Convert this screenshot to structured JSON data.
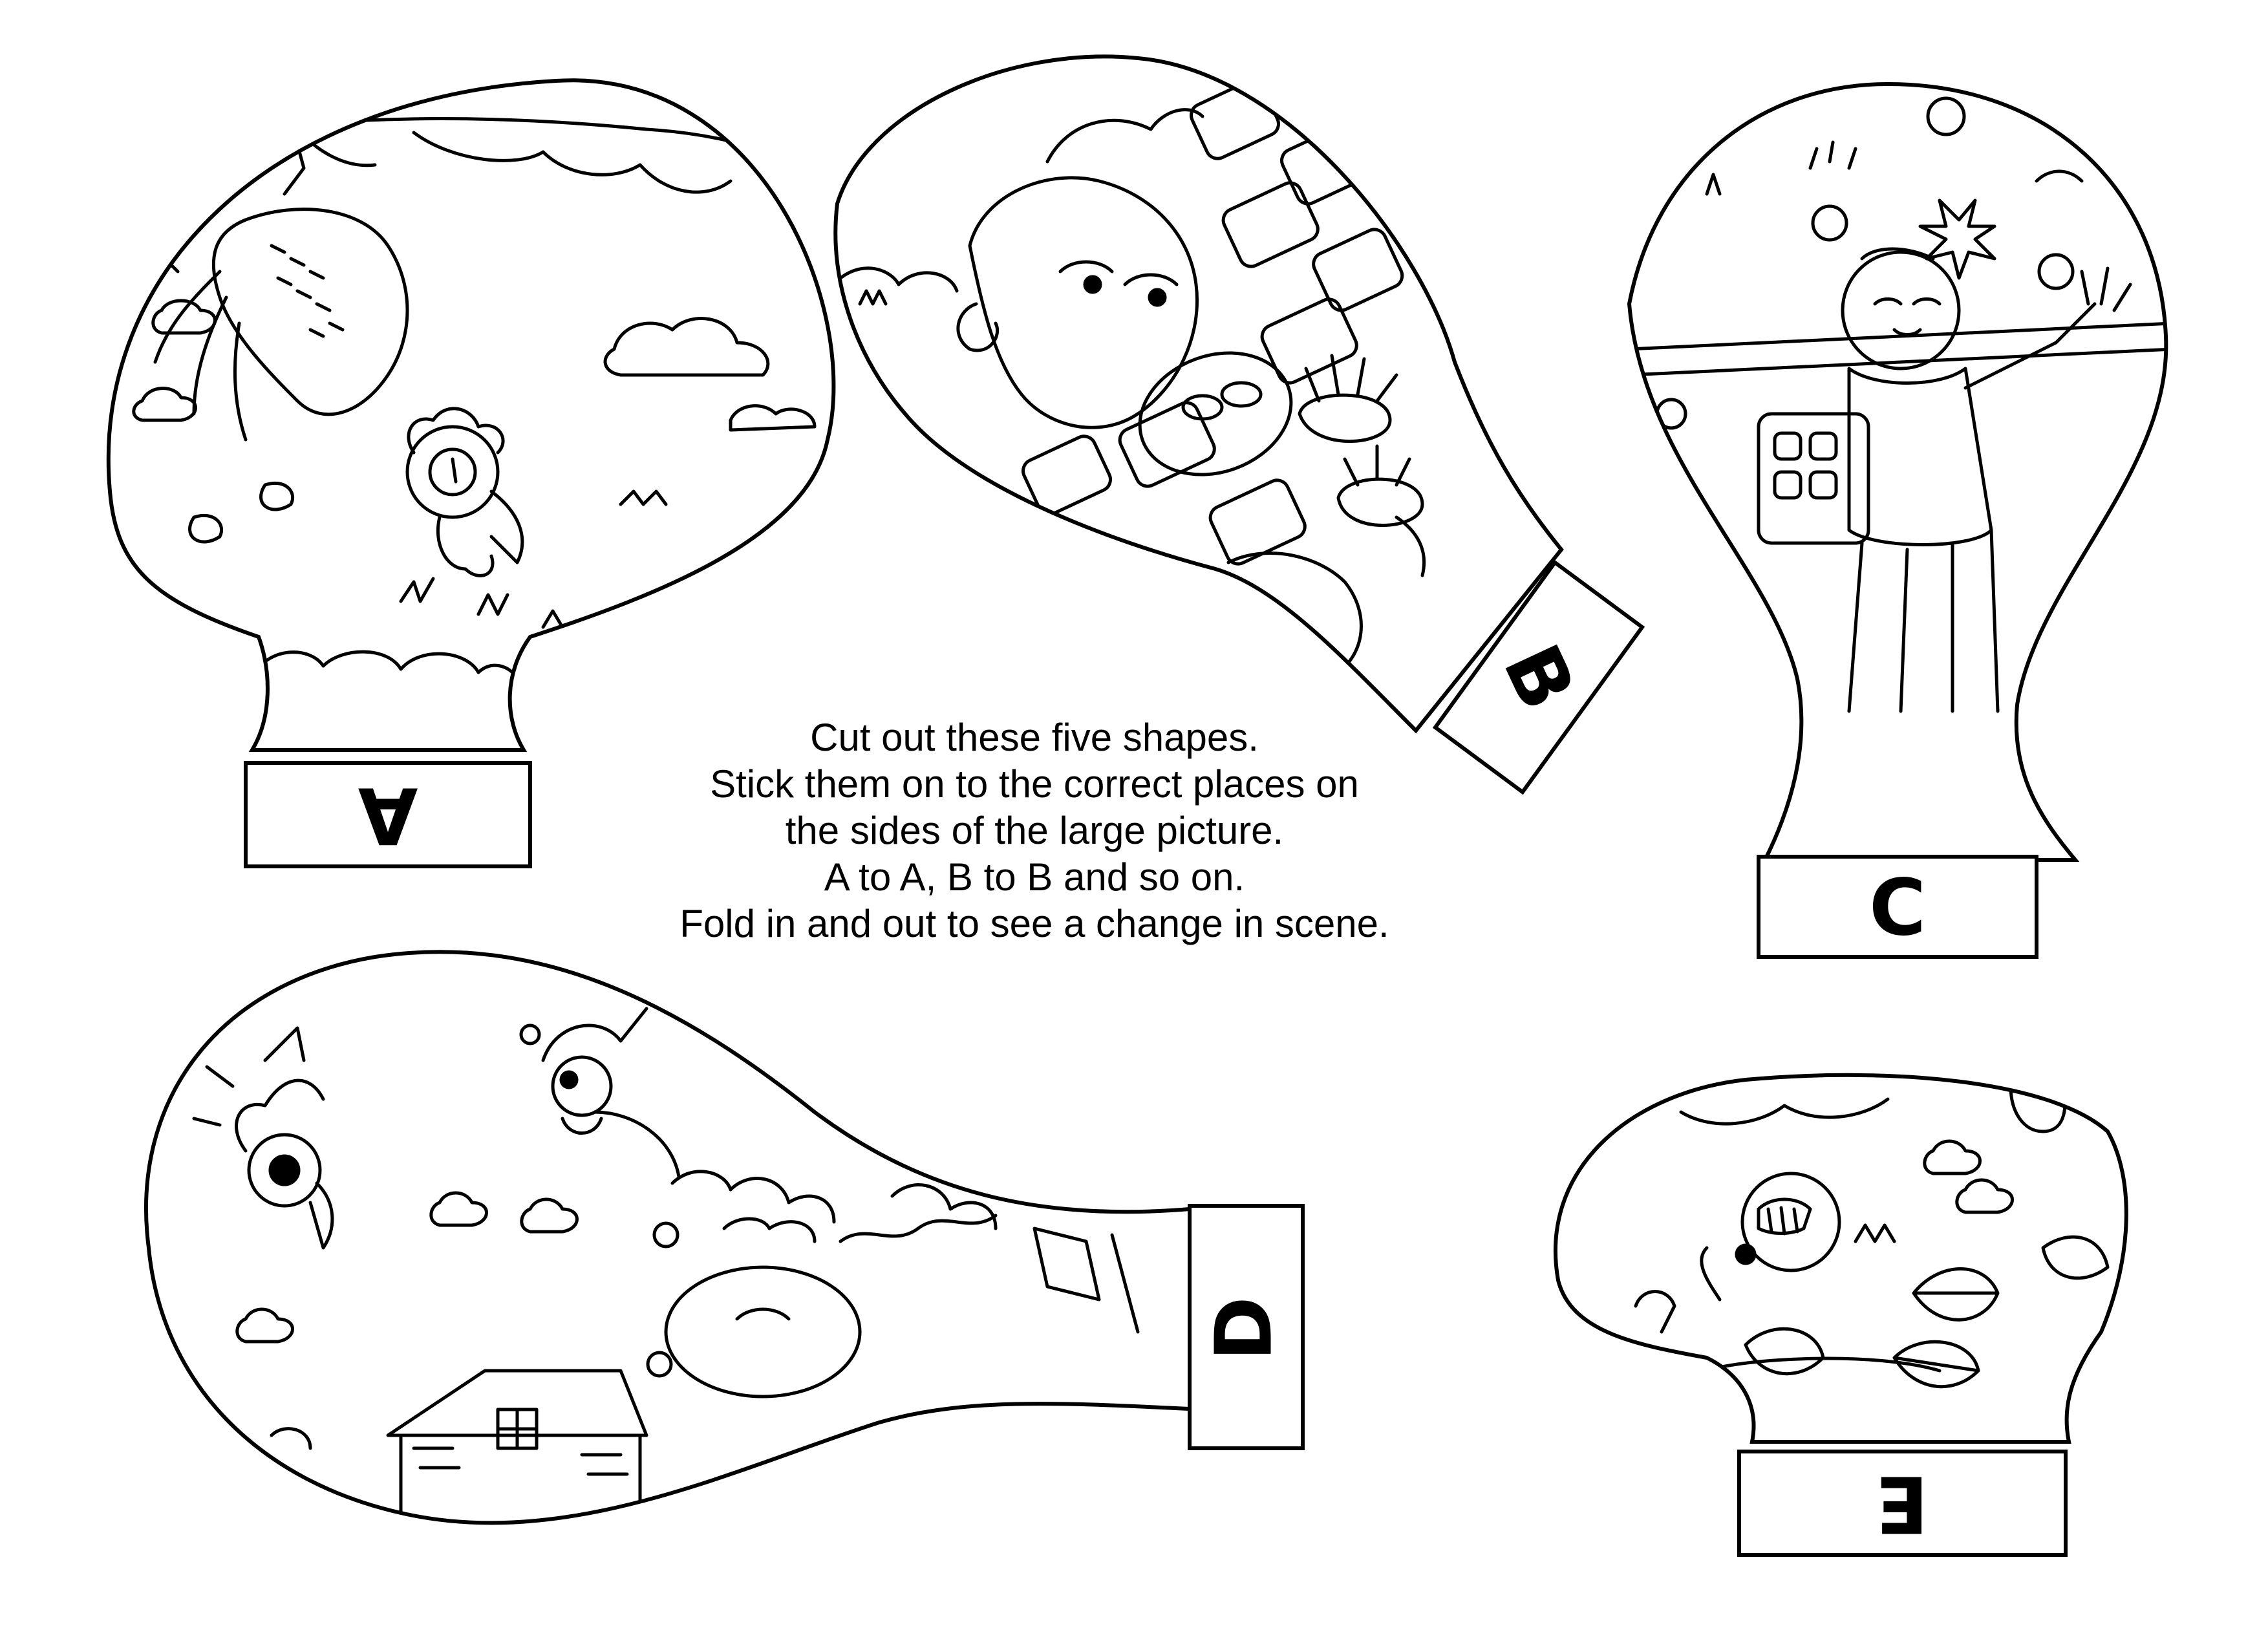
{
  "instructions": [
    "Cut out these five shapes.",
    "Stick them on to the correct places on",
    "the sides of the large picture.",
    "A to A, B to B and so on.",
    "Fold in and out to see a change in scene."
  ],
  "shapes": [
    {
      "label": "A",
      "scene": "rooster hanging upside down from a branch, clouds and sky"
    },
    {
      "label": "B",
      "scene": "cow face peeking over a stone wall, raised hand"
    },
    {
      "label": "C",
      "scene": "boy holding a box, balls falling on his head"
    },
    {
      "label": "D",
      "scene": "bird, man in a nightcap and bushes near a cottage"
    },
    {
      "label": "E",
      "scene": "small creature among leaves"
    }
  ],
  "colors": {
    "ink": "#000000",
    "paper": "#ffffff"
  }
}
